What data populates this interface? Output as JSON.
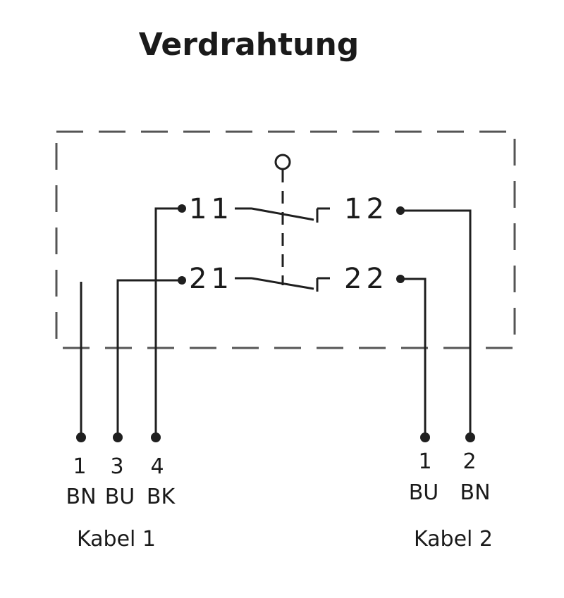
{
  "title": "Verdrahtung",
  "terminals": {
    "t11": "11",
    "t12": "12",
    "t21": "21",
    "t22": "22"
  },
  "cable1": {
    "label": "Kabel 1",
    "pins": [
      {
        "number": "1",
        "color": "BN"
      },
      {
        "number": "3",
        "color": "BU"
      },
      {
        "number": "4",
        "color": "BK"
      }
    ]
  },
  "cable2": {
    "label": "Kabel 2",
    "pins": [
      {
        "number": "1",
        "color": "BU"
      },
      {
        "number": "2",
        "color": "BN"
      }
    ]
  }
}
